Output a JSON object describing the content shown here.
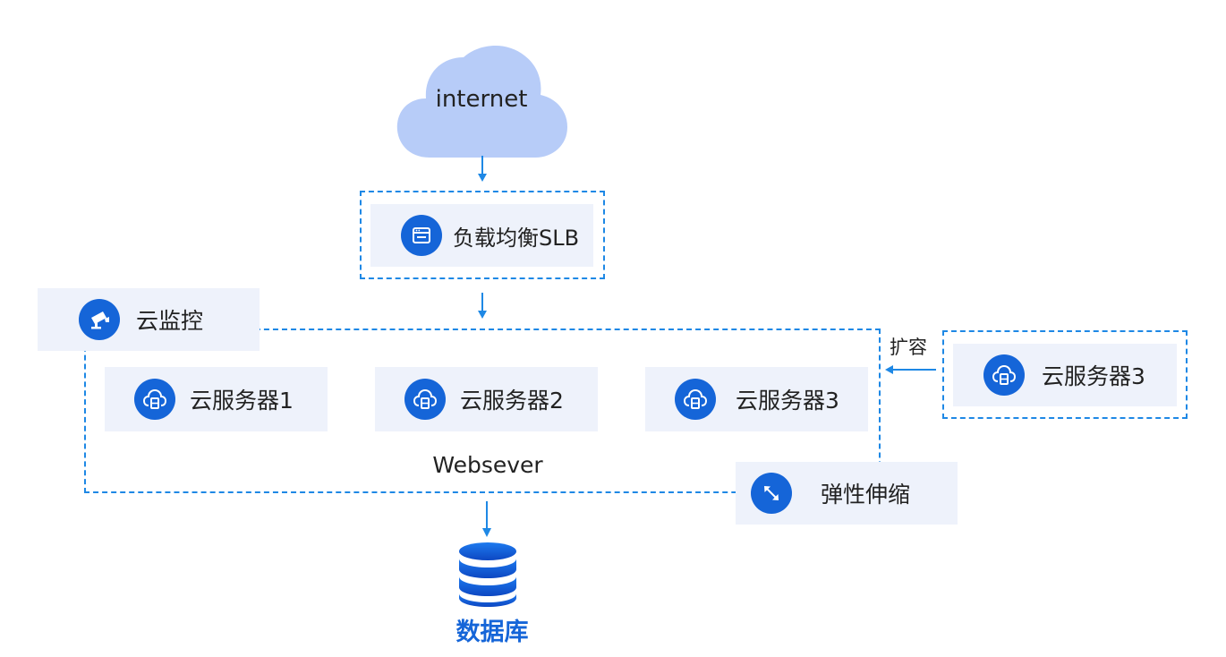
{
  "internet": {
    "label": "internet",
    "fill": "#b7ccf8"
  },
  "slb": {
    "label": "负载均衡SLB",
    "icon": "browser-window-icon"
  },
  "monitor": {
    "label": "云监控",
    "icon": "camera-icon"
  },
  "servers": [
    {
      "label": "云服务器1",
      "icon": "cloud-server-icon"
    },
    {
      "label": "云服务器2",
      "icon": "cloud-server-icon"
    },
    {
      "label": "云服务器3",
      "icon": "cloud-server-icon"
    }
  ],
  "group_label": "Websever",
  "scaling": {
    "label": "弹性伸缩",
    "icon": "resize-arrows-icon"
  },
  "expand": {
    "label": "扩容"
  },
  "extra_server": {
    "label": "云服务器3",
    "icon": "cloud-server-icon"
  },
  "database": {
    "label": "数据库",
    "icon": "database-icon",
    "label_color": "#1565d8"
  },
  "colors": {
    "accent": "#1565d8",
    "dash": "#1e88e5",
    "card": "#eef2fb"
  }
}
